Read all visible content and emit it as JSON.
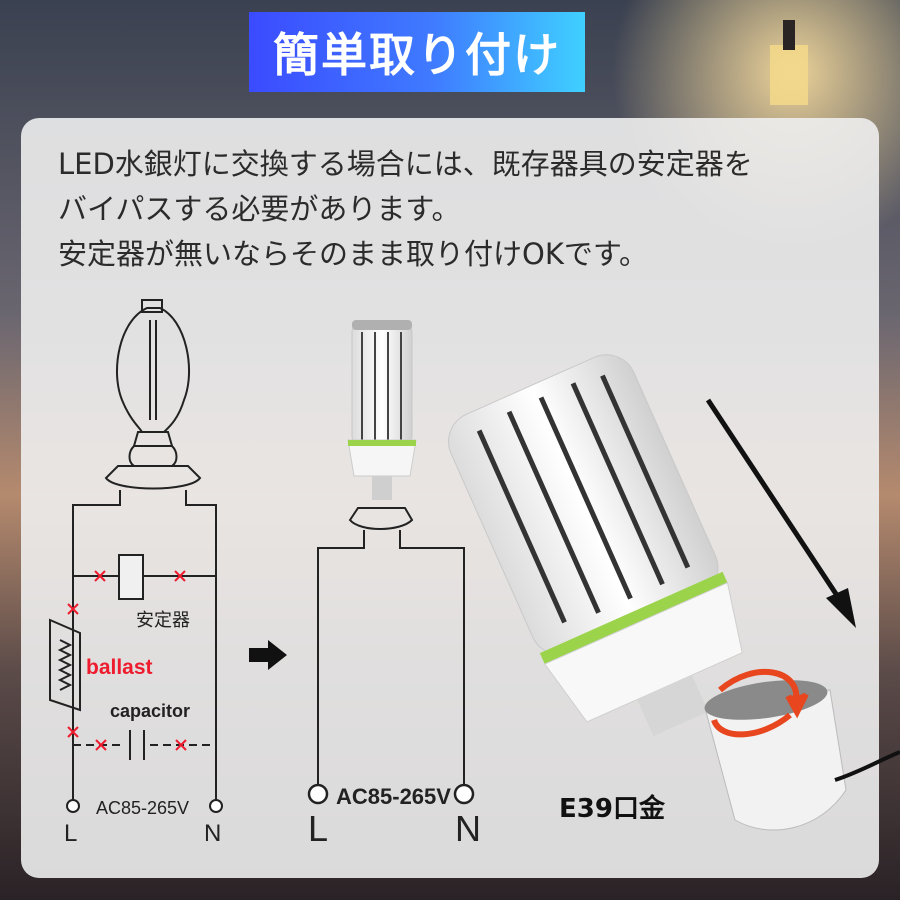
{
  "title": "簡単取り付け",
  "description": {
    "line1": "LED水銀灯に交換する場合には、既存器具の安定器を",
    "line2": "バイパスする必要があります。",
    "line3": "安定器が無いならそのまま取り付けOKです。"
  },
  "before_circuit": {
    "stabilizer_label": "安定器",
    "ballast_label": "ballast",
    "capacitor_label": "capacitor",
    "voltage_label": "AC85-265V",
    "terminal_left": "L",
    "terminal_right": "N"
  },
  "after_circuit": {
    "voltage_label": "AC85-265V",
    "terminal_left": "L",
    "terminal_right": "N"
  },
  "socket_label": "E39口金",
  "colors": {
    "title_gradient_start": "#3b4bff",
    "title_gradient_end": "#3fd0ff",
    "ballast_text": "#ee1c2e",
    "cut_mark": "#ee1c2e",
    "led_ring": "#9bd44a",
    "rotate_arrow": "#e8461e"
  },
  "icons": [
    "mercury-lamp-icon",
    "led-corn-bulb-icon",
    "arrow-right-icon",
    "install-arrow-icon",
    "rotate-arrow-icon",
    "lamp-socket-icon"
  ]
}
